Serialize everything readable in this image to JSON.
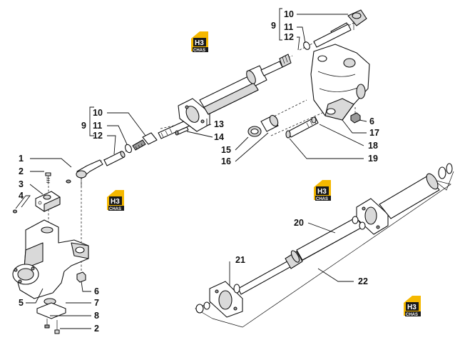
{
  "callouts": {
    "c1": "1",
    "c2a": "2",
    "c3": "3",
    "c4": "4",
    "c5": "5",
    "c6a": "6",
    "c7": "7",
    "c8": "8",
    "c2b": "2",
    "l9": "9",
    "l10": "10",
    "l11": "11",
    "l12": "12",
    "r9": "9",
    "r10": "10",
    "r11": "11",
    "r12": "12",
    "c13": "13",
    "c14": "14",
    "c15": "15",
    "c16": "16",
    "c6b": "6",
    "c17": "17",
    "c18": "18",
    "c19": "19",
    "c20": "20",
    "c21": "21",
    "c22": "22"
  },
  "logo": {
    "mark": "H3",
    "text": "CHAS"
  },
  "colors": {
    "logo_yellow": "#f5b800",
    "logo_dark": "#1a1a1a",
    "line": "#111111"
  }
}
